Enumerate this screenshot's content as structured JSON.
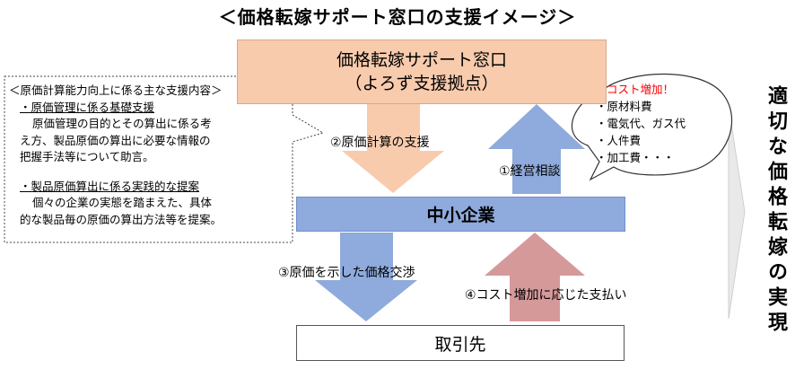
{
  "title": "＜価格転嫁サポート窓口の支援イメージ＞",
  "top_box": {
    "line1": "価格転嫁サポート窓口",
    "line2": "（よろず支援拠点）"
  },
  "middle_box": {
    "label": "中小企業"
  },
  "bottom_box": {
    "label": "取引先"
  },
  "arrows": {
    "support": "②原価計算の支援",
    "consult": "①経営相談",
    "negotiation": "③原価を示した価格交渉",
    "payment": "④コスト増加に応じた支払い"
  },
  "callout": {
    "heading": "＜原価計算能力向上に係る主な支援内容＞",
    "item1_title": "・原価管理に係る基礎支援",
    "item1_body": [
      "原価管理の目的とその算出に係る考",
      "え方、製品原価の算出に必要な情報の",
      "把握手法等について助言。"
    ],
    "item2_title": "・製品原価算出に係る実践的な提案",
    "item2_body": [
      "個々の企業の実態を踏まえた、具体",
      "的な製品毎の原価の算出方法等を提案。"
    ]
  },
  "cost_bubble": {
    "title": "コスト増加！",
    "items": [
      "・原材料費",
      "・電気代、ガス代",
      "・人件費",
      "・加工費・・・"
    ]
  },
  "side_label": "適切な価格転嫁の実現",
  "colors": {
    "top_box": "#f8cbad",
    "middle_box": "#8faadc",
    "orange_arrow": "#f8cbad",
    "blue_arrow": "#8faadc",
    "red_arrow": "#d6999a",
    "side_arrow": "#e7e7e7",
    "emphasis_text": "#ff0000"
  }
}
